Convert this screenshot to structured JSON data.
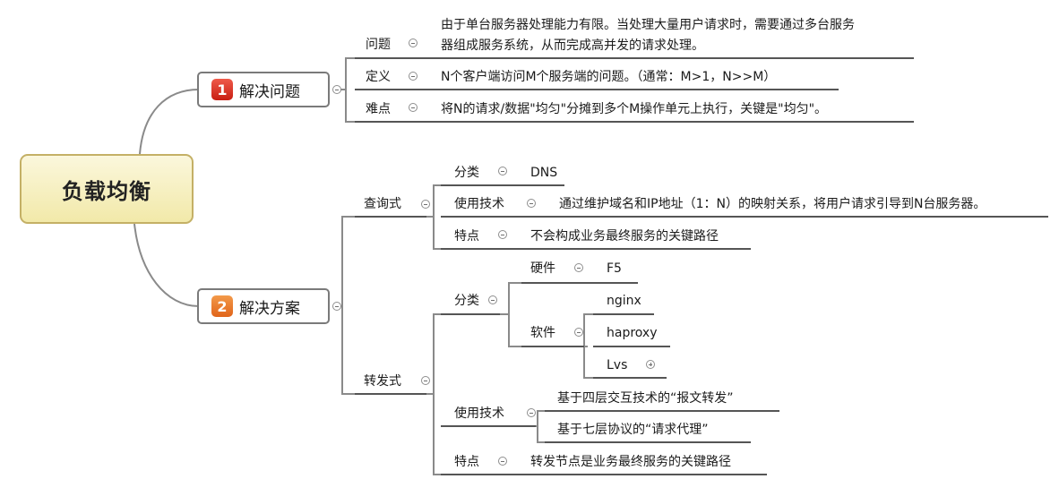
{
  "central": "负载均衡",
  "problem": {
    "badge": "1",
    "label": "解决问题",
    "items": [
      {
        "label": "问题",
        "line1": "由于单台服务器处理能力有限。当处理大量用户请求时，需要通过多台服务",
        "line2": "器组成服务系统，从而完成高并发的请求处理。"
      },
      {
        "label": "定义",
        "text": "N个客户端访问M个服务端的问题。（通常：M>1，N>>M）"
      },
      {
        "label": "难点",
        "text": "将N的请求/数据\"均匀\"分摊到多个M操作单元上执行，关键是\"均匀\"。"
      }
    ]
  },
  "solution": {
    "badge": "2",
    "label": "解决方案",
    "query": {
      "label": "查询式",
      "category_label": "分类",
      "category_value": "DNS",
      "tech_label": "使用技术",
      "tech_value": "通过维护域名和IP地址（1：N）的映射关系，将用户请求引导到N台服务器。",
      "feature_label": "特点",
      "feature_value": "不会构成业务最终服务的关键路径"
    },
    "forward": {
      "label": "转发式",
      "category_label": "分类",
      "hardware_label": "硬件",
      "hardware_value": "F5",
      "software_label": "软件",
      "software_items": [
        "nginx",
        "haproxy",
        "Lvs"
      ],
      "tech_label": "使用技术",
      "tech_items": [
        "基于四层交互技术的“报文转发”",
        "基于七层协议的“请求代理”"
      ],
      "feature_label": "特点",
      "feature_value": "转发节点是业务最终服务的关键路径"
    }
  }
}
